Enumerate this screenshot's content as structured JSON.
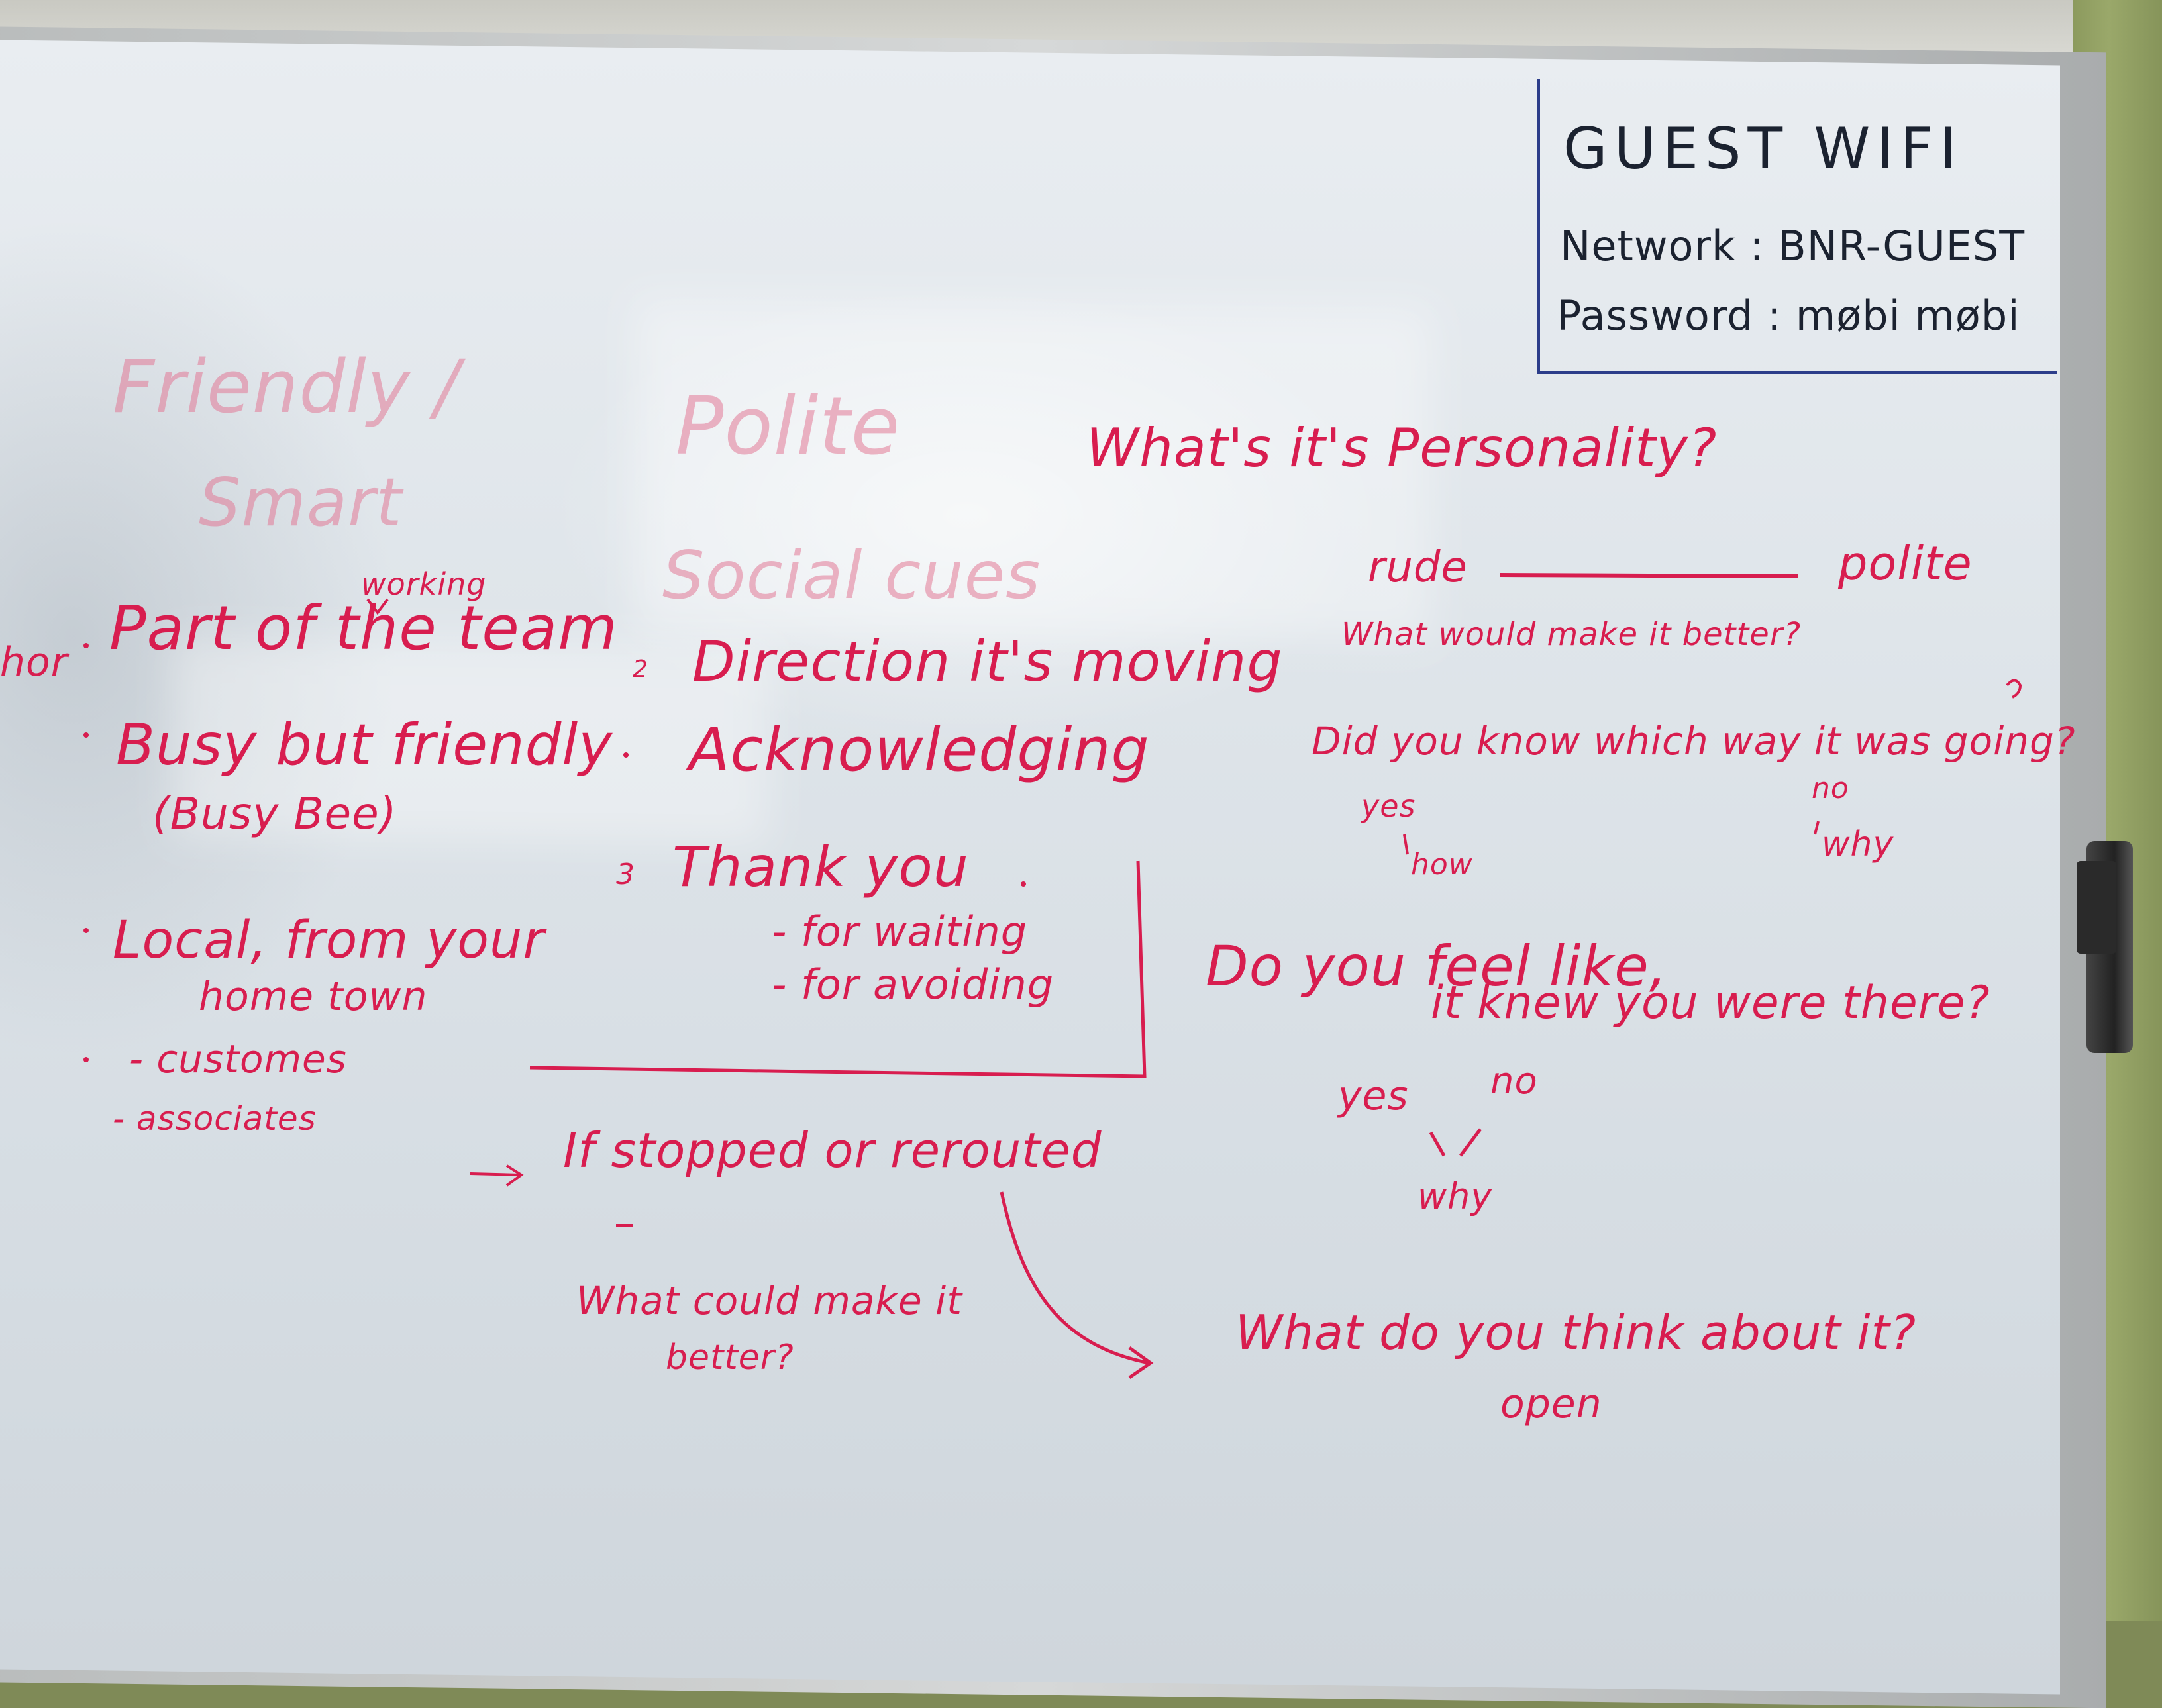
{
  "wifi": {
    "heading": "GUEST  WIFI",
    "network_line": "Network : BNR-GUEST",
    "password_line": "Password : møbi møbi"
  },
  "left_column": {
    "faded_1": "Friendly /",
    "faded_2": "Smart",
    "fragment": "hor",
    "part_of_team": "Part of the team",
    "working": "working",
    "busy": "Busy but friendly",
    "busy_bee": "(Busy Bee)",
    "local": "Local, from your",
    "home_town": "home town",
    "customes": "- customes",
    "associates": "- associates"
  },
  "middle_column": {
    "faded_polite": "Polite",
    "faded_social": "Social cues",
    "num_2": "2",
    "direction": "Direction it's moving",
    "acknowledging": "Acknowledging",
    "num_3": "3",
    "thank_you": "Thank you",
    "for_waiting": "- for waiting",
    "for_avoiding": "- for avoiding",
    "if_stopped": "If stopped or rerouted",
    "what_could": "What could make it",
    "better": "better?"
  },
  "right_column": {
    "personality": "What's it's Personality?",
    "rude": "rude",
    "polite": "polite",
    "what_would": "What would make it better?",
    "did_you_know": "Did you know which way it was going?",
    "yes_1": "yes",
    "how": "how",
    "no_1": "no",
    "why_1": "why",
    "do_you_feel": "Do you feel like,",
    "it_knew": "it knew you were there?",
    "yes_2": "yes",
    "no_2": "no",
    "why_2": "why",
    "what_do_you_think": "What do you think about it?",
    "open": "open"
  }
}
